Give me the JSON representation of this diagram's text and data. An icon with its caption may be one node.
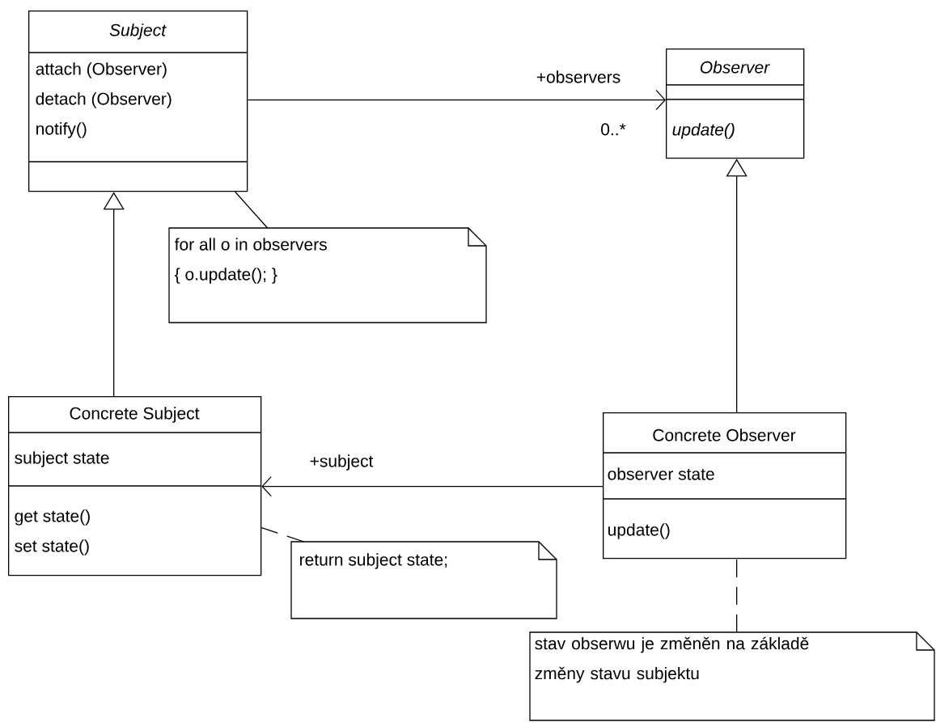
{
  "diagram": {
    "nodes": [
      {
        "text": [
          "Subject",
          "attach (Observer)",
          "detach (Observer)",
          "notify()"
        ]
      },
      {
        "text": [
          "Observer",
          "update()"
        ]
      },
      {
        "text": [
          "for all o in observers",
          "{ o.update(); }"
        ]
      },
      {
        "text": [
          "Concrete Subject",
          "subject state",
          "get state()",
          "set state()"
        ]
      },
      {
        "text": [
          "return subject state;"
        ]
      },
      {
        "text": [
          "Concrete Observer",
          "observer state",
          "update()"
        ]
      },
      {
        "text": [
          "stav obserwu je změněn na základě změny stavu subjektu"
        ]
      }
    ],
    "edges": [
      {
        "from": 0,
        "to": 1,
        "arrow": "to",
        "label": "+observers"
      },
      {
        "from": 3,
        "to": 0,
        "arrow": "to"
      },
      {
        "from": 5,
        "to": 1,
        "arrow": "to"
      },
      {
        "from": 5,
        "to": 3,
        "arrow": "to",
        "label": "+subject"
      },
      {
        "from": 2,
        "to": 0,
        "arrow": "none"
      },
      {
        "from": 4,
        "to": 3,
        "arrow": "none",
        "style": "dashed"
      },
      {
        "from": 6,
        "to": 5,
        "arrow": "none",
        "style": "dashed"
      }
    ],
    "labels": [
      "0..*"
    ]
  }
}
